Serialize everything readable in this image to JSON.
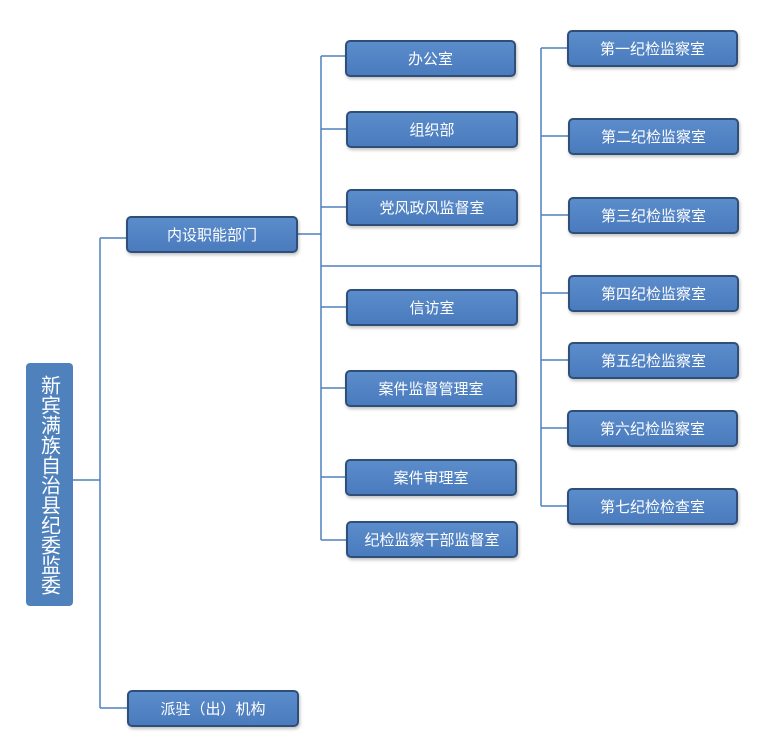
{
  "root": {
    "label": "新宾满族自治县纪委监委"
  },
  "level1": {
    "internal": "内设职能部门",
    "dispatched": "派驻（出）机构"
  },
  "departments": [
    "办公室",
    "组织部",
    "党风政风监督室",
    "信访室",
    "案件监督管理室",
    "案件审理室",
    "纪检监察干部监督室"
  ],
  "offices": [
    "第一纪检监察室",
    "第二纪检监察室",
    "第三纪检监察室",
    "第四纪检监察室",
    "第五纪检监察室",
    "第六纪检监察室",
    "第七纪检检查室"
  ],
  "colors": {
    "box_fill": "#4f81bd",
    "box_border": "#304f78",
    "line": "#4f81bd",
    "text": "#ffffff"
  }
}
